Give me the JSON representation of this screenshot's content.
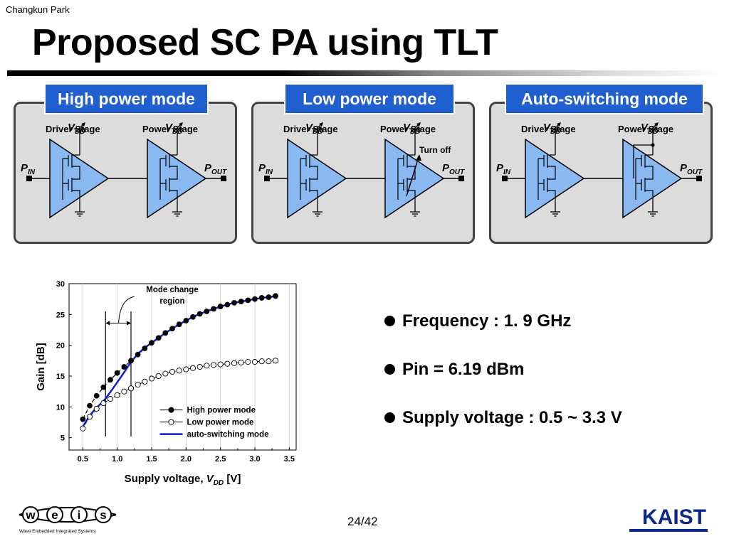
{
  "header": {
    "author": "Changkun Park",
    "title": "Proposed SC PA using TLT"
  },
  "panels": [
    {
      "label": "High power mode",
      "driver_label": "Driver Stage",
      "power_label": "Power Stage",
      "vdd": "V",
      "vdd_sub": "DD",
      "pin": "P",
      "pin_sub": "IN",
      "pout": "P",
      "pout_sub": "OUT",
      "note": ""
    },
    {
      "label": "Low power mode",
      "driver_label": "Driver Stage",
      "power_label": "Power Stage",
      "vdd": "V",
      "vdd_sub": "DD",
      "pin": "P",
      "pin_sub": "IN",
      "pout": "P",
      "pout_sub": "OUT",
      "note": "Turn off"
    },
    {
      "label": "Auto-switching mode",
      "driver_label": "Driver Stage",
      "power_label": "Power Stage",
      "vdd": "V",
      "vdd_sub": "DD",
      "pin": "P",
      "pin_sub": "IN",
      "pout": "P",
      "pout_sub": "OUT",
      "note": ""
    }
  ],
  "chart_data": {
    "type": "line",
    "ylabel": "Gain [dB]",
    "xlabel": "Supply voltage, ",
    "xlabel_var": "V",
    "xlabel_sub": "DD",
    "xlabel_unit": " [V]",
    "xlim": [
      0.3,
      3.6
    ],
    "ylim": [
      3,
      30
    ],
    "xticks": [
      "0.5",
      "1.0",
      "1.5",
      "2.0",
      "2.5",
      "3.0",
      "3.5"
    ],
    "yticks": [
      "5",
      "10",
      "15",
      "20",
      "25",
      "30"
    ],
    "annotation": "Mode change region",
    "annotation_lines": [
      "Mode change",
      "region"
    ],
    "mode_change_x": [
      0.83,
      1.2
    ],
    "x": [
      0.5,
      0.6,
      0.7,
      0.8,
      0.9,
      1.0,
      1.1,
      1.2,
      1.3,
      1.4,
      1.5,
      1.6,
      1.7,
      1.8,
      1.9,
      2.0,
      2.1,
      2.2,
      2.3,
      2.4,
      2.5,
      2.6,
      2.7,
      2.8,
      2.9,
      3.0,
      3.1,
      3.2,
      3.3
    ],
    "series": [
      {
        "name": "High power mode",
        "style": "filled",
        "values": [
          8.0,
          10.2,
          11.8,
          13.2,
          14.4,
          15.5,
          16.5,
          17.5,
          18.5,
          19.5,
          20.4,
          21.2,
          22.0,
          22.7,
          23.4,
          24.0,
          24.6,
          25.1,
          25.5,
          25.9,
          26.3,
          26.6,
          26.9,
          27.1,
          27.3,
          27.5,
          27.7,
          27.8,
          28.0
        ]
      },
      {
        "name": "Low power mode",
        "style": "hollow",
        "values": [
          6.5,
          8.4,
          9.7,
          10.6,
          11.3,
          11.9,
          12.5,
          13.0,
          13.6,
          14.1,
          14.6,
          15.0,
          15.4,
          15.7,
          15.9,
          16.1,
          16.3,
          16.5,
          16.7,
          16.8,
          16.9,
          17.0,
          17.1,
          17.2,
          17.3,
          17.3,
          17.4,
          17.4,
          17.5
        ]
      },
      {
        "name": "auto-switching mode",
        "style": "line",
        "color": "#0a1ed2",
        "values": [
          6.8,
          8.6,
          9.9,
          10.9,
          12.4,
          14.0,
          15.6,
          17.3,
          18.6,
          19.6,
          20.4,
          21.2,
          22.0,
          22.7,
          23.4,
          24.0,
          24.6,
          25.1,
          25.5,
          25.9,
          26.3,
          26.6,
          26.9,
          27.1,
          27.3,
          27.5,
          27.7,
          27.8,
          28.0
        ]
      }
    ]
  },
  "bullets": [
    "Frequency : 1. 9 GHz",
    "Pin = 6.19 dBm",
    "Supply voltage : 0.5 ~ 3.3 V"
  ],
  "footer": {
    "page": "24/42",
    "logo_left_letters": [
      "w",
      "e",
      "i",
      "s"
    ],
    "logo_left_caption": "Wave Embedded Integrated Systems",
    "logo_right": "KAIST"
  },
  "colors": {
    "accent": "#1f5fcf",
    "amp_fill": "#8ab8f0",
    "auto_line": "#0a1ed2",
    "panel_bg": "#dcdcdc"
  }
}
